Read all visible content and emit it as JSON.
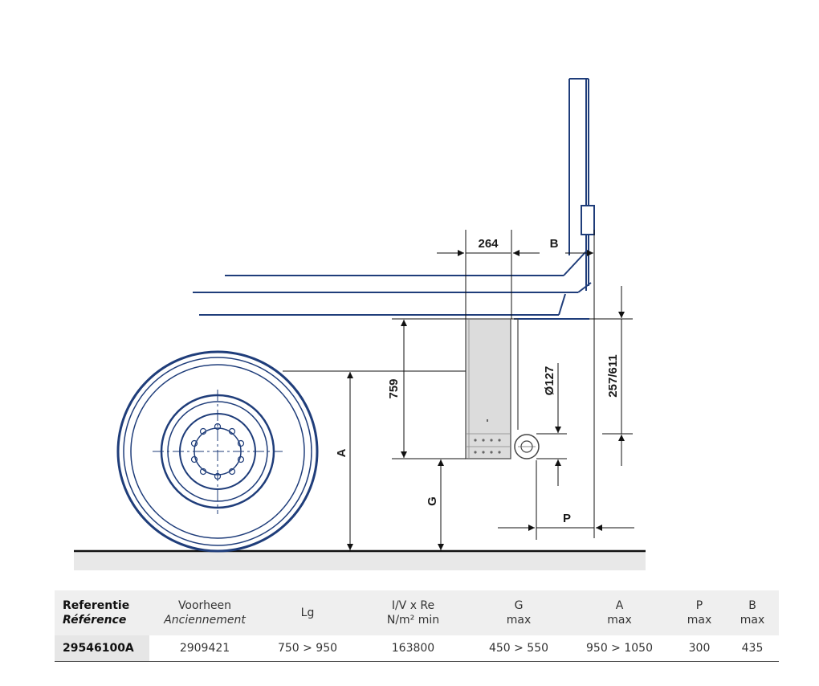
{
  "diagram": {
    "dimensions": {
      "d264": "264",
      "dB": "B",
      "d759": "759",
      "dA": "A",
      "dG": "G",
      "d127": "Ø127",
      "d257": "257/611",
      "dP": "P"
    },
    "colors": {
      "line": "#1f3d7a",
      "dimension": "#1a1a1a",
      "bracket_fill": "#dcdcdc",
      "ground": "#e8e8e8"
    }
  },
  "table": {
    "headers": [
      {
        "main": "Referentie",
        "sub": "Référence"
      },
      {
        "main": "Voorheen",
        "sub": "Anciennement"
      },
      {
        "main": "Lg",
        "sub": ""
      },
      {
        "main": "I/V x Re",
        "sub": "N/m² min"
      },
      {
        "main": "G",
        "sub": "max"
      },
      {
        "main": "A",
        "sub": "max"
      },
      {
        "main": "P",
        "sub": "max"
      },
      {
        "main": "B",
        "sub": "max"
      }
    ],
    "rows": [
      [
        "29546100A",
        "2909421",
        "750 > 950",
        "163800",
        "450 > 550",
        "950 > 1050",
        "300",
        "435"
      ]
    ]
  }
}
